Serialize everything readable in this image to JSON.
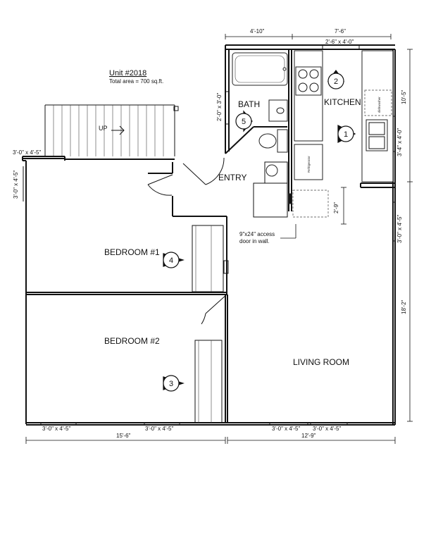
{
  "plan": {
    "unit_title": "Unit #2018",
    "total_area": "Total area = 700 sq.ft."
  },
  "rooms": {
    "bath": "BATH",
    "kitchen": "KITCHEN",
    "entry": "ENTRY",
    "bedroom1": "BEDROOM #1",
    "bedroom2": "BEDROOM #2",
    "living": "LIVING ROOM"
  },
  "labels": {
    "stairs_up": "UP",
    "refrigerator": "Refrigerator",
    "dishwasher": "dishwasher",
    "access_door_line1": "9\"x24\" access",
    "access_door_line2": "door in wall."
  },
  "dimensions": {
    "bath_width": "4'-10\"",
    "kitchen_width": "7'-6\"",
    "kitchen_window": "2'-6\" x 4'-0\"",
    "bath_window": "2'-0\" x 3'-0\"",
    "kitchen_depth": "10'-5\"",
    "kitchen_side_window": "3'-4\" x 4'-0\"",
    "landing_window": "3'-0\" x 4'-5\"",
    "left_window": "3'-0\" x 4'-5\"",
    "living_side_window": "3'-0\" x 4'-5\"",
    "closet_depth": "2'-9\"",
    "living_depth": "18'-2\"",
    "bedroom2_window_a": "3'-0\" x 4'-5\"",
    "bedroom2_window_b": "3'-0\" x 4'-5\"",
    "living_window_a": "3'-0\" x 4'-5\"",
    "living_window_b": "3'-0\" x 4'-5\"",
    "left_width": "15'-6\"",
    "right_width": "12'-9\""
  },
  "markers": [
    "1",
    "2",
    "3",
    "4",
    "5"
  ]
}
